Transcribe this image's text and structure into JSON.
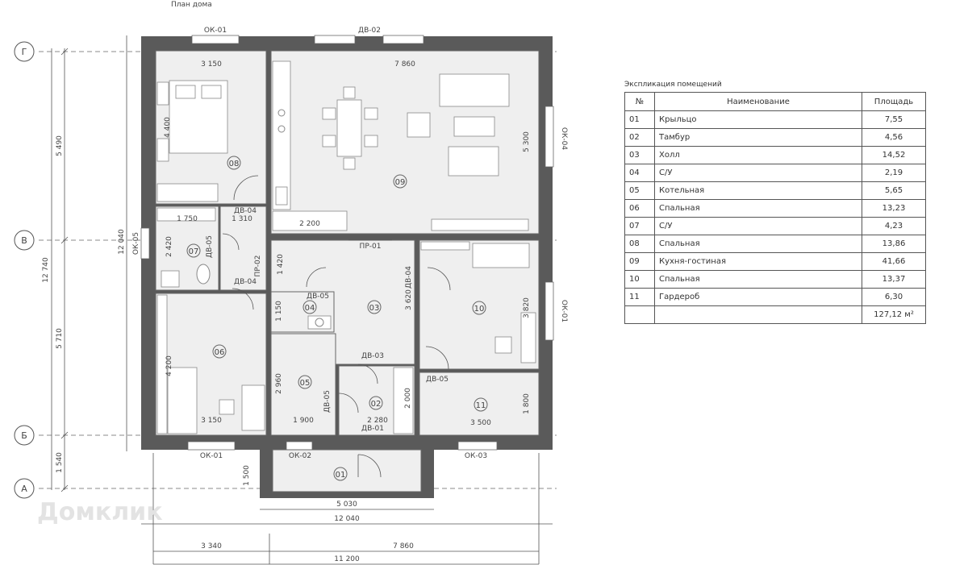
{
  "plan_title": "План дома",
  "watermark": "Домклик",
  "axes": {
    "g": "Г",
    "v": "В",
    "b": "Б",
    "a": "А"
  },
  "outer_dims": {
    "left_total": "12 740",
    "left_gv": "5 490",
    "left_vb": "5 710",
    "left_ba": "1 540",
    "inner_left": "12 040",
    "bottom_total": "12 040",
    "bottom_left": "3 340",
    "bottom_right": "7 860",
    "bottom_sum": "11 200",
    "porch_width": "5 030",
    "porch_depth": "1 500"
  },
  "room_dims": {
    "r08_w": "3 150",
    "r08_h": "4 400",
    "r09_w": "7 860",
    "r09_h": "5 300",
    "r09_kitchen": "2 200",
    "r07_w": "1 750",
    "r07_h": "2 420",
    "r07_w2": "1 310",
    "pr02_h": "1 420",
    "r03_h": "3 620",
    "r04_h": "1 150",
    "r10_h": "3 820",
    "r06_h": "4 200",
    "r06_w": "3 150",
    "r05_h": "2 960",
    "r05_w": "1 900",
    "r02_w": "2 280",
    "r02_h": "2 000",
    "r11_w": "3 500",
    "r11_h": "1 800"
  },
  "openings": {
    "ok01_top": "ОК-01",
    "dv02": "ДВ-02",
    "ok04": "ОК-04",
    "ok05": "ОК-05",
    "ok01_right": "ОК-01",
    "ok01_bottom": "ОК-01",
    "ok02": "ОК-02",
    "ok03": "ОК-03",
    "dv04_a": "ДВ-04",
    "dv05_a": "ДВ-05",
    "pr02": "ПР-02",
    "dv04_b": "ДВ-04",
    "pr01": "ПР-01",
    "dv04_c": "ДВ-04",
    "dv05_b": "ДВ-05",
    "dv03": "ДВ-03",
    "dv05_c": "ДВ-05",
    "dv05_d": "ДВ-05",
    "dv01": "ДВ-01"
  },
  "room_numbers": {
    "r01": "01",
    "r02": "02",
    "r03": "03",
    "r04": "04",
    "r05": "05",
    "r06": "06",
    "r07": "07",
    "r08": "08",
    "r09": "09",
    "r10": "10",
    "r11": "11"
  },
  "explication": {
    "title": "Экспликация помещений",
    "headers": {
      "num": "№",
      "name": "Наименование",
      "area": "Площадь"
    },
    "rows": [
      {
        "num": "01",
        "name": "Крыльцо",
        "area": "7,55"
      },
      {
        "num": "02",
        "name": "Тамбур",
        "area": "4,56"
      },
      {
        "num": "03",
        "name": "Холл",
        "area": "14,52"
      },
      {
        "num": "04",
        "name": "С/У",
        "area": "2,19"
      },
      {
        "num": "05",
        "name": "Котельная",
        "area": "5,65"
      },
      {
        "num": "06",
        "name": "Спальная",
        "area": "13,23"
      },
      {
        "num": "07",
        "name": "С/У",
        "area": "4,23"
      },
      {
        "num": "08",
        "name": "Спальная",
        "area": "13,86"
      },
      {
        "num": "09",
        "name": "Кухня-гостиная",
        "area": "41,66"
      },
      {
        "num": "10",
        "name": "Спальная",
        "area": "13,37"
      },
      {
        "num": "11",
        "name": "Гардероб",
        "area": "6,30"
      }
    ],
    "total": "127,12 м²"
  },
  "colors": {
    "wall": "#5a5a5a",
    "room_fill": "#efefef",
    "line": "#555555"
  }
}
